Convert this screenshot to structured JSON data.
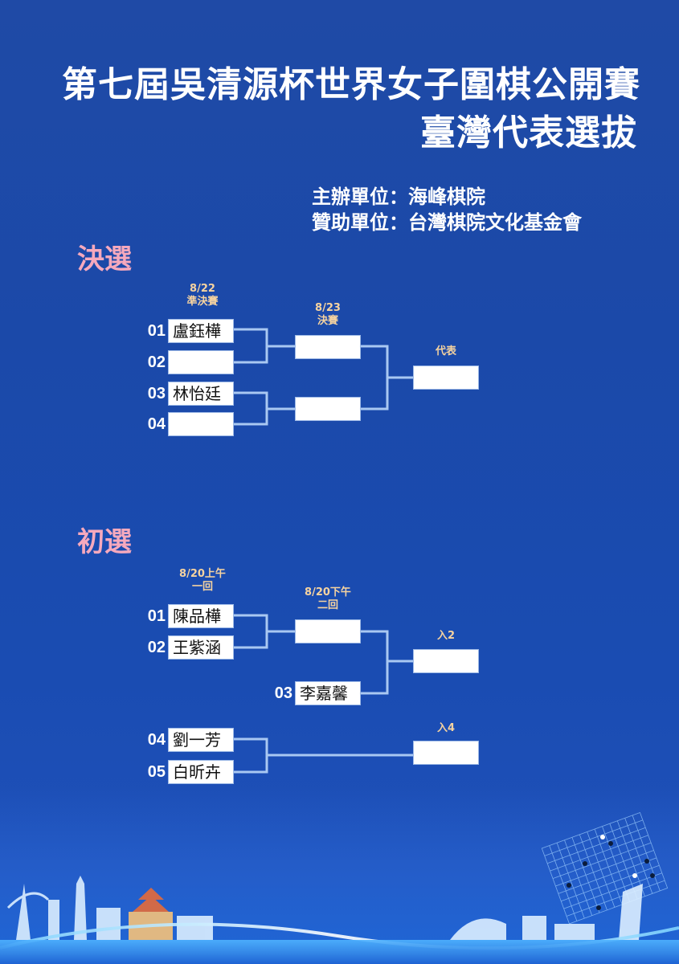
{
  "title": {
    "line1": "第七屆吳清源杯世界女子圍棋公開賽",
    "line2": "臺灣代表選拔"
  },
  "organizers": {
    "host": "主辦單位：海峰棋院",
    "sponsor": "贊助單位：台灣棋院文化基金會"
  },
  "finals": {
    "title": "決選",
    "round1_label": [
      "8/22",
      "準決賽"
    ],
    "round2_label": [
      "8/23",
      "決賽"
    ],
    "result_label": "代表",
    "entries": [
      {
        "seed": "01",
        "name": "盧鈺樺"
      },
      {
        "seed": "02",
        "name": ""
      },
      {
        "seed": "03",
        "name": "林怡廷"
      },
      {
        "seed": "04",
        "name": ""
      }
    ],
    "semis_winners": [
      "",
      ""
    ],
    "champion": ""
  },
  "prelims": {
    "title": "初選",
    "round1_label": [
      "8/20上午",
      "一回"
    ],
    "round2_label": [
      "8/20下午",
      "二回"
    ],
    "result_label_a": "入2",
    "result_label_b": "入4",
    "entries": [
      {
        "seed": "01",
        "name": "陳品樺"
      },
      {
        "seed": "02",
        "name": "王紫涵"
      },
      {
        "seed": "03",
        "name": "李嘉馨"
      },
      {
        "seed": "04",
        "name": "劉一芳"
      },
      {
        "seed": "05",
        "name": "白昕卉"
      }
    ],
    "round1_winner": "",
    "qualifier_a": "",
    "qualifier_b": ""
  },
  "colors": {
    "background": "#1b49a9",
    "title": "#ffffff",
    "section_title": "#f6a9bd",
    "round_label": "#f6d3a0",
    "bracket_line": "#a9c8f2",
    "box": "#ffffff"
  }
}
